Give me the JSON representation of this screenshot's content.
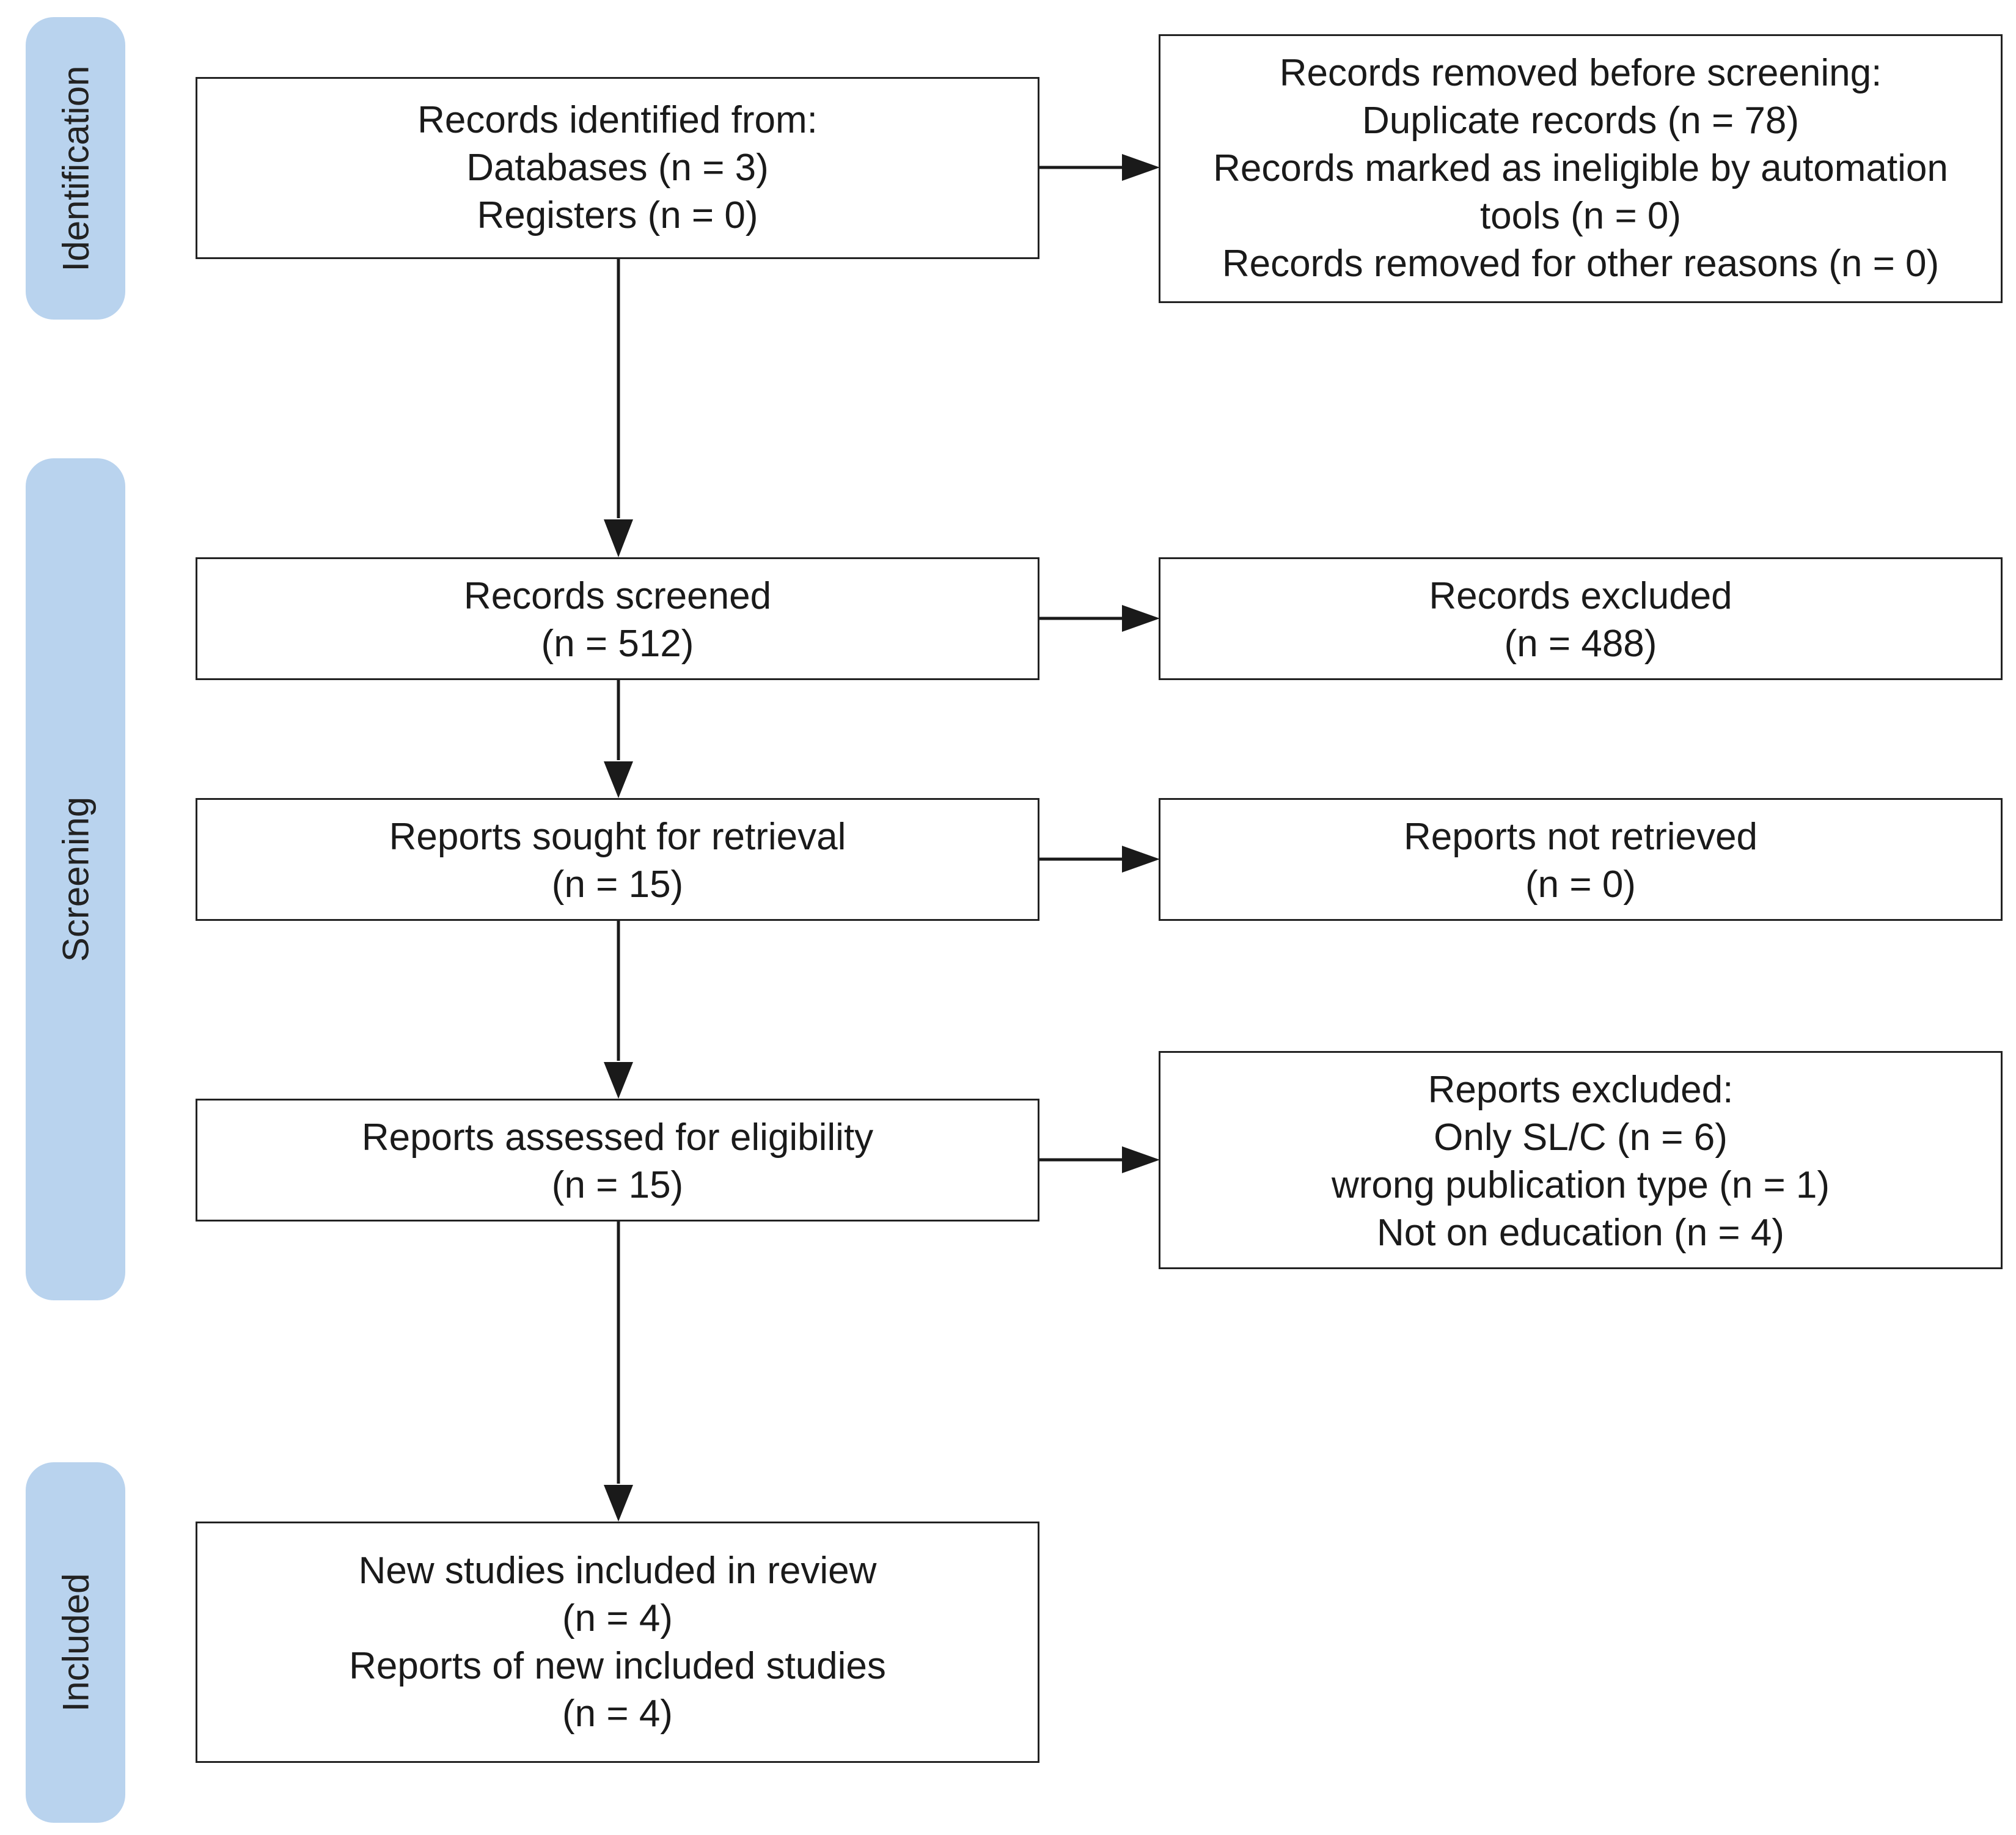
{
  "colors": {
    "phase_fill": "#b9d3ee",
    "box_border": "#222222",
    "arrow": "#1a1a1a",
    "text": "#1a1a1a"
  },
  "phases": {
    "identification": "Identification",
    "screening": "Screening",
    "included": "Included"
  },
  "identified": {
    "line1": "Records identified from:",
    "line2": "Databases (n = 3)",
    "line3": "Registers (n = 0)"
  },
  "removed": {
    "line1": "Records removed before screening:",
    "line2": "Duplicate records (n = 78)",
    "line3": "Records marked as ineligible by automation",
    "line4": "tools (n = 0)",
    "line5": "Records removed for other reasons (n = 0)"
  },
  "screened": {
    "line1": "Records screened",
    "line2": "(n = 512)"
  },
  "excluded": {
    "line1": "Records excluded",
    "line2": "(n = 488)"
  },
  "sought": {
    "line1": "Reports sought for retrieval",
    "line2": "(n = 15)"
  },
  "not_retrieved": {
    "line1": "Reports not retrieved",
    "line2": "(n = 0)"
  },
  "assessed": {
    "line1": "Reports assessed for eligibility",
    "line2": "(n = 15)"
  },
  "reports_excluded": {
    "line1": "Reports excluded:",
    "line2": "Only SL/C (n = 6)",
    "line3": "wrong publication type (n = 1)",
    "line4": "Not on education (n = 4)"
  },
  "included": {
    "line1": "New studies included in review",
    "line2": "(n = 4)",
    "line3": "Reports of new included studies",
    "line4": "(n = 4)"
  }
}
